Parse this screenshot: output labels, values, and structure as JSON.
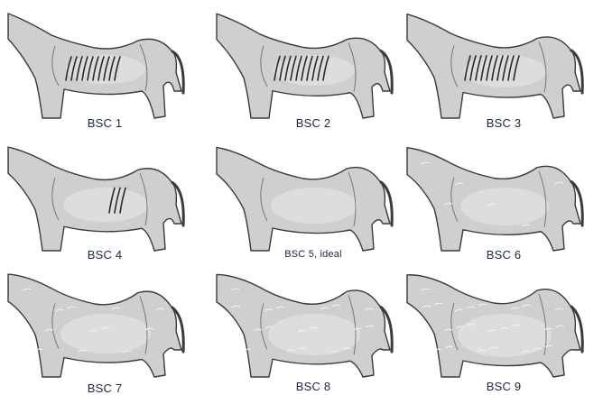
{
  "title": "",
  "colors": {
    "outline": "#3a3a3a",
    "body": "#cfcfcf",
    "highlight": "#e9e9e9",
    "label": "#1d2545"
  },
  "panels": [
    {
      "label": "BSC 1",
      "score": 1
    },
    {
      "label": "BSC 2",
      "score": 2
    },
    {
      "label": "BSC 3",
      "score": 3
    },
    {
      "label": "BSC 4",
      "score": 4
    },
    {
      "label": "BSC 5, ideal",
      "score": 5
    },
    {
      "label": "BSC 6",
      "score": 6
    },
    {
      "label": "BSC 7",
      "score": 7
    },
    {
      "label": "BSC 8",
      "score": 8
    },
    {
      "label": "BSC 9",
      "score": 9
    }
  ]
}
